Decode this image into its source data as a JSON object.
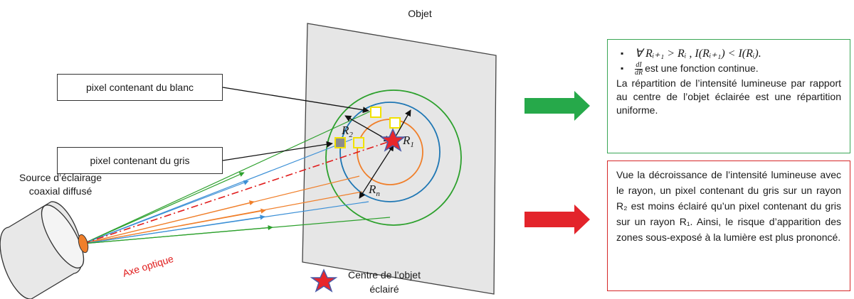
{
  "title": "Objet",
  "labels": {
    "white_pixel": "pixel contenant du blanc",
    "gray_pixel": "pixel contenant du gris",
    "source_line1": "Source d’éclairage",
    "source_line2": "coaxial diffusé",
    "optical_axis": "Axe optique",
    "center_line1": "Centre de l’objet",
    "center_line2": "éclairé"
  },
  "radii": {
    "r1": "R",
    "r1_sub": "1",
    "r2": "R",
    "r2_sub": "2",
    "rn": "R",
    "rn_sub": "n"
  },
  "green_box": {
    "bullet1": "∀ Rᵢ₊₁ > Rᵢ , I(Rᵢ₊₁) < I(Rᵢ).",
    "bullet2_num": "dI",
    "bullet2_den": "dR",
    "bullet2_text": "est une fonction continue.",
    "paragraph": "La répartition de l’intensité lumineuse par rapport au centre de l’objet éclairée est une répartition uniforme."
  },
  "red_box": {
    "paragraph": "Vue la décroissance de l’intensité lumineuse avec le rayon, un pixel contenant du gris sur un rayon R₂ est moins éclairé qu’un pixel contenant du gris sur un rayon R₁. Ainsi, le risque d’apparition des zones sous-exposé à la lumière est plus prononcé."
  },
  "colors": {
    "green": "#2ca02c",
    "blue": "#1f77b4",
    "orange": "#f07f2a",
    "red": "#e01b1b",
    "green_arrow": "#26a94a",
    "red_arrow": "#e3242b",
    "panel": "#e6e6e6",
    "white_pixel_border": "#f2e200",
    "gray_pixel_fill": "#8c8c8c"
  }
}
